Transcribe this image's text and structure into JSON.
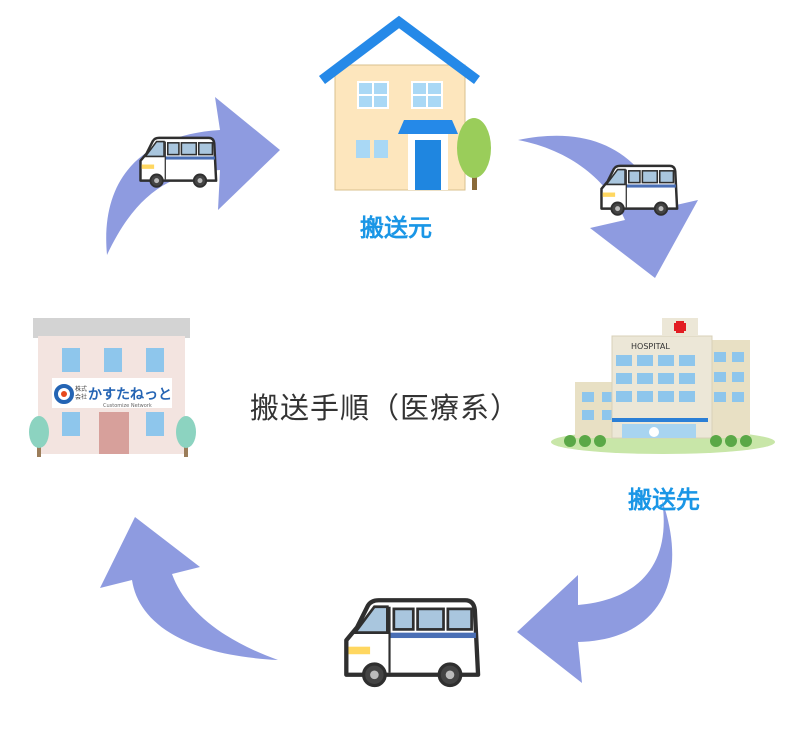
{
  "title": "搬送手順（医療系）",
  "origin_label": "搬送元",
  "destination_label": "搬送先",
  "hospital_sign": "HOSPITAL",
  "company_logo": {
    "kabushiki": "株式",
    "kaisha": "会社",
    "name": "かすたねっと",
    "subtitle": "Customize Network"
  },
  "colors": {
    "arrow": "#8e9be0",
    "label": "#1a96e6",
    "title": "#333333"
  },
  "icons": [
    "house-icon",
    "hospital-icon",
    "company-building-icon",
    "van-icon",
    "curved-arrow-icon"
  ]
}
